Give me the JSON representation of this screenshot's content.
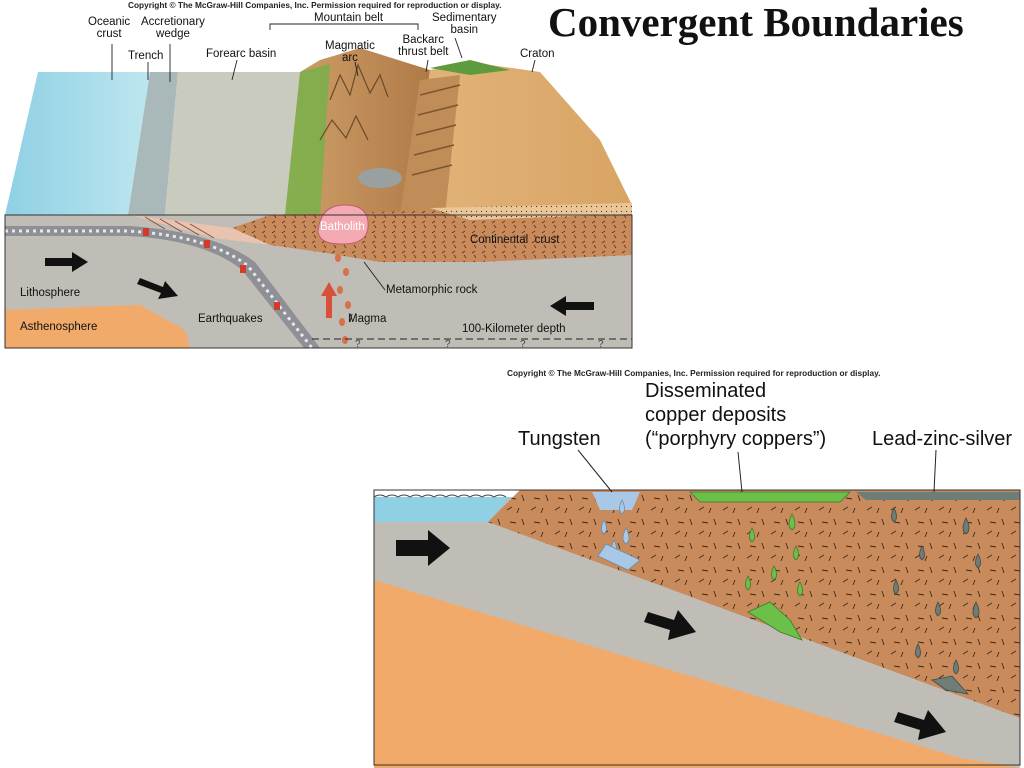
{
  "slide": {
    "title": "Convergent Boundaries"
  },
  "top_diagram": {
    "copyright": "Copyright © The McGraw-Hill Companies, Inc. Permission required for reproduction or display.",
    "labels": {
      "oceanic_crust": "Oceanic\ncrust",
      "trench": "Trench",
      "accretionary_wedge": "Accretionary\nwedge",
      "forearc_basin": "Forearc basin",
      "mountain_belt": "Mountain belt",
      "magmatic_arc": "Magmatic\narc",
      "backarc_thrust_belt": "Backarc\nthrust belt",
      "sedimentary_basin": "Sedimentary\nbasin",
      "craton": "Craton",
      "batholith": "Batholith",
      "continental_crust": "Continental  crust",
      "lithosphere": "Lithosphere",
      "asthenosphere": "Asthenosphere",
      "earthquakes": "Earthquakes",
      "metamorphic_rock": "Metamorphic rock",
      "magma": "Magma",
      "depth_100km": "100-Kilometer depth"
    }
  },
  "bottom_diagram": {
    "copyright": "Copyright © The McGraw-Hill Companies, Inc. Permission required for reproduction or display.",
    "labels": {
      "disseminated_line1": "Disseminated",
      "disseminated_line2": "copper deposits",
      "disseminated_line3": "(“porphyry coppers”)",
      "tungsten": "Tungsten",
      "lead_zinc_silver": "Lead-zinc-silver"
    }
  },
  "colors": {
    "ocean": "#8fd0e4",
    "crust_brown": "#c98a5c",
    "mantle_orange": "#f1aa6a",
    "lithosphere_gray": "#c0bdb7",
    "green_copper": "#6cc04a",
    "gray_lead": "#6f7d77",
    "batholith_pink": "#f3aab3",
    "arrow_black": "#111111"
  }
}
